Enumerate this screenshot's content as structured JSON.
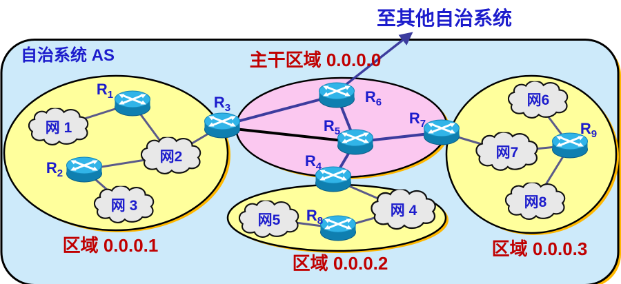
{
  "page": {
    "external_link_label": "至其他自治系统",
    "as_label": "自治系统 AS",
    "backbone_label": "主干区域 0.0.0.0"
  },
  "areas": [
    {
      "id": "0.0.0.1",
      "label": "区域 0.0.0.1"
    },
    {
      "id": "0.0.0.2",
      "label": "区域 0.0.0.2"
    },
    {
      "id": "0.0.0.3",
      "label": "区域 0.0.0.3"
    }
  ],
  "routers": [
    {
      "name": "R",
      "sub": "1"
    },
    {
      "name": "R",
      "sub": "2"
    },
    {
      "name": "R",
      "sub": "3"
    },
    {
      "name": "R",
      "sub": "4"
    },
    {
      "name": "R",
      "sub": "5"
    },
    {
      "name": "R",
      "sub": "6"
    },
    {
      "name": "R",
      "sub": "7"
    },
    {
      "name": "R",
      "sub": "8"
    },
    {
      "name": "R",
      "sub": "9"
    }
  ],
  "networks": [
    {
      "label": "网 1"
    },
    {
      "label": "网2"
    },
    {
      "label": "网 3"
    },
    {
      "label": "网 4"
    },
    {
      "label": "网5"
    },
    {
      "label": "网6"
    },
    {
      "label": "网7"
    },
    {
      "label": "网8"
    }
  ],
  "colors": {
    "as_fill": "#cdeafa",
    "area_fill": "#ffff9c",
    "backbone_fill": "#fbc8f0",
    "shadow_gold": "#ffb800",
    "area_link": "#5a5a8a",
    "backbone_link": "#3c3c9e",
    "highlight_link": "#000000",
    "router_top": "#31b4e8",
    "router_body": "#0f7fb0",
    "cloud_fill": "#e8e8e8",
    "text_blue": "#1c1ccc",
    "text_red": "#c00000"
  }
}
